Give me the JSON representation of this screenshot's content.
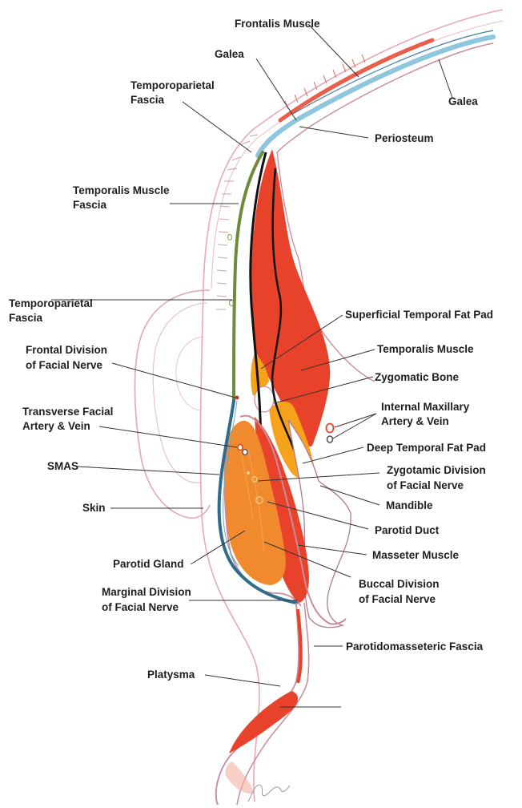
{
  "labels": {
    "frontalis_muscle": "Frontalis Muscle",
    "galea_top": "Galea",
    "galea_right": "Galea",
    "temporoparietal_fascia_1a": "Temporoparietal",
    "temporoparietal_fascia_1b": "Fascia",
    "periosteum": "Periosteum",
    "temporalis_muscle_fascia_a": "Temporalis Muscle",
    "temporalis_muscle_fascia_b": "Fascia",
    "temporoparietal_fascia_2a": "Temporoparietal",
    "temporoparietal_fascia_2b": "Fascia",
    "superficial_temporal_fat_pad": "Superficial Temporal Fat Pad",
    "frontal_division_a": "Frontal Division",
    "frontal_division_b": "of Facial Nerve",
    "temporalis_muscle": "Temporalis Muscle",
    "zygomatic_bone": "Zygomatic Bone",
    "transverse_facial_a": "Transverse Facial",
    "transverse_facial_b": "Artery & Vein",
    "internal_maxillary_a": "Internal Maxillary",
    "internal_maxillary_b": "Artery & Vein",
    "deep_temporal_fat_pad": "Deep Temporal Fat Pad",
    "smas": "SMAS",
    "zygomatic_division_a": "Zygotamic Division",
    "zygomatic_division_b": "of Facial Nerve",
    "mandible": "Mandible",
    "skin": "Skin",
    "parotid_duct": "Parotid Duct",
    "parotid_gland": "Parotid Gland",
    "masseter_muscle": "Masseter Muscle",
    "buccal_division_a": "Buccal Division",
    "buccal_division_b": "of Facial Nerve",
    "marginal_division_a": "Marginal Division",
    "marginal_division_b": "of Facial Nerve",
    "parotidomasseteric_fascia": "Parotidomasseteric Fascia",
    "platysma": "Platysma"
  },
  "colors": {
    "muscle": "#e8432a",
    "fat_pad": "#f6a21a",
    "gland": "#f08a2c",
    "bone": "#ffffff",
    "fascia_green": "#6f8a3a",
    "smas_blue": "#2f6c8c",
    "galea_blue": "#8ec6de",
    "fascia_pink": "#c98a9e",
    "nerve_black": "#111111",
    "leader": "#333333"
  }
}
